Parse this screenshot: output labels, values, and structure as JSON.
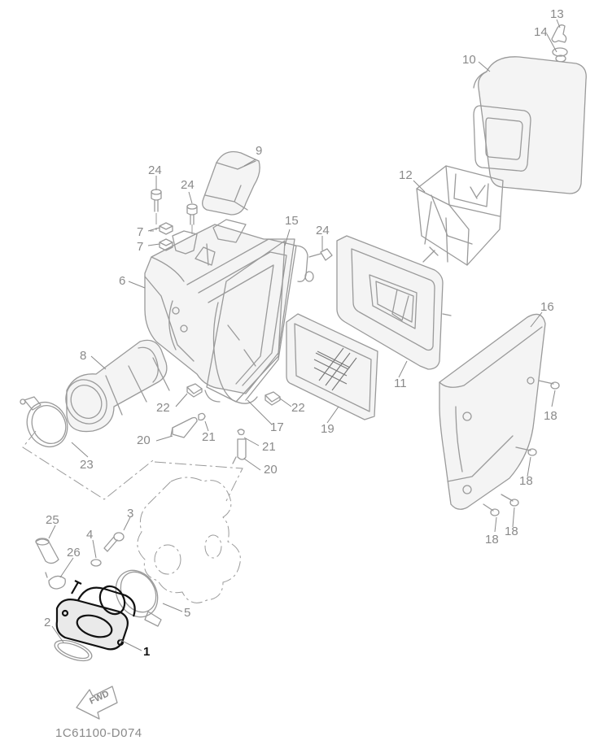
{
  "callouts": [
    {
      "id": "13",
      "text": "13"
    },
    {
      "id": "14",
      "text": "14"
    },
    {
      "id": "10",
      "text": "10"
    },
    {
      "id": "9",
      "text": "9"
    },
    {
      "id": "24a",
      "text": "24"
    },
    {
      "id": "24b",
      "text": "24"
    },
    {
      "id": "12",
      "text": "12"
    },
    {
      "id": "15",
      "text": "15"
    },
    {
      "id": "24c",
      "text": "24"
    },
    {
      "id": "7a",
      "text": "7"
    },
    {
      "id": "7b",
      "text": "7"
    },
    {
      "id": "6",
      "text": "6"
    },
    {
      "id": "16",
      "text": "16"
    },
    {
      "id": "8",
      "text": "8"
    },
    {
      "id": "11",
      "text": "11"
    },
    {
      "id": "18a",
      "text": "18"
    },
    {
      "id": "22a",
      "text": "22"
    },
    {
      "id": "22b",
      "text": "22"
    },
    {
      "id": "17",
      "text": "17"
    },
    {
      "id": "19",
      "text": "19"
    },
    {
      "id": "20a",
      "text": "20"
    },
    {
      "id": "21a",
      "text": "21"
    },
    {
      "id": "21b",
      "text": "21"
    },
    {
      "id": "23",
      "text": "23"
    },
    {
      "id": "20b",
      "text": "20"
    },
    {
      "id": "18b",
      "text": "18"
    },
    {
      "id": "3",
      "text": "3"
    },
    {
      "id": "25",
      "text": "25"
    },
    {
      "id": "4",
      "text": "4"
    },
    {
      "id": "18c",
      "text": "18"
    },
    {
      "id": "18d",
      "text": "18"
    },
    {
      "id": "26",
      "text": "26"
    },
    {
      "id": "5",
      "text": "5"
    },
    {
      "id": "2",
      "text": "2"
    },
    {
      "id": "1",
      "text": "1"
    }
  ],
  "fwd_label": "FWD",
  "diagram_code": "1C61100-D074",
  "colors": {
    "part_line": "#9a9a9a",
    "highlight_part": "#111111",
    "label": "#8a8a8a"
  }
}
